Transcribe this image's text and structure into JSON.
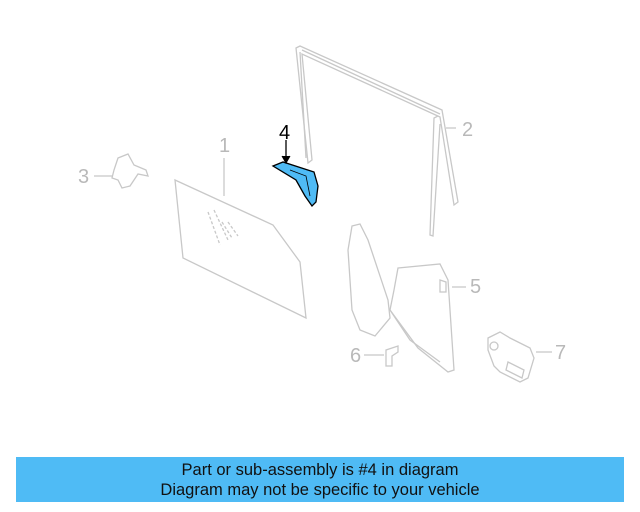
{
  "diagram": {
    "highlight_color": "#4fbbf5",
    "ghost_color": "#c4c4c4",
    "callouts": [
      {
        "num": "1",
        "name": "glass"
      },
      {
        "num": "2",
        "name": "run-channel"
      },
      {
        "num": "3",
        "name": "bracket"
      },
      {
        "num": "4",
        "name": "highlighted-part",
        "highlighted": true
      },
      {
        "num": "5",
        "name": "window-regulator"
      },
      {
        "num": "6",
        "name": "clip"
      },
      {
        "num": "7",
        "name": "motor"
      }
    ]
  },
  "banner": {
    "line1": "Part or sub-assembly is #4 in diagram",
    "line2": "Diagram may not be specific to your vehicle",
    "color": "#4fbbf5"
  }
}
